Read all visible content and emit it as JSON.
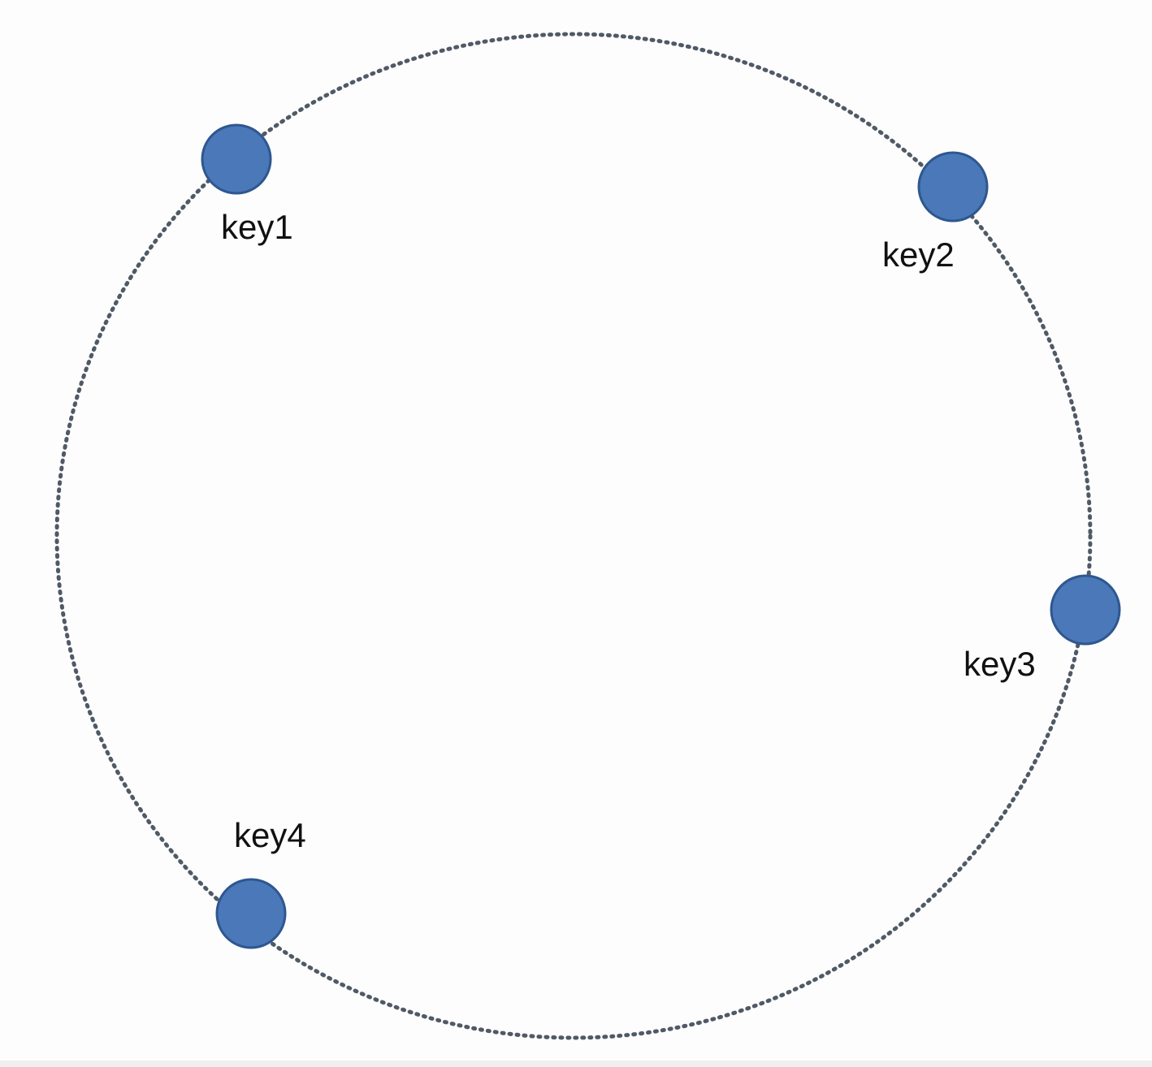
{
  "diagram": {
    "ring": {
      "stroke_color": "#505a66",
      "style": "dotted"
    },
    "node_fill": "#4a78b8",
    "node_stroke": "#2f578f",
    "nodes": [
      {
        "id": "key1",
        "label": "key1"
      },
      {
        "id": "key2",
        "label": "key2"
      },
      {
        "id": "key3",
        "label": "key3"
      },
      {
        "id": "key4",
        "label": "key4"
      }
    ]
  }
}
